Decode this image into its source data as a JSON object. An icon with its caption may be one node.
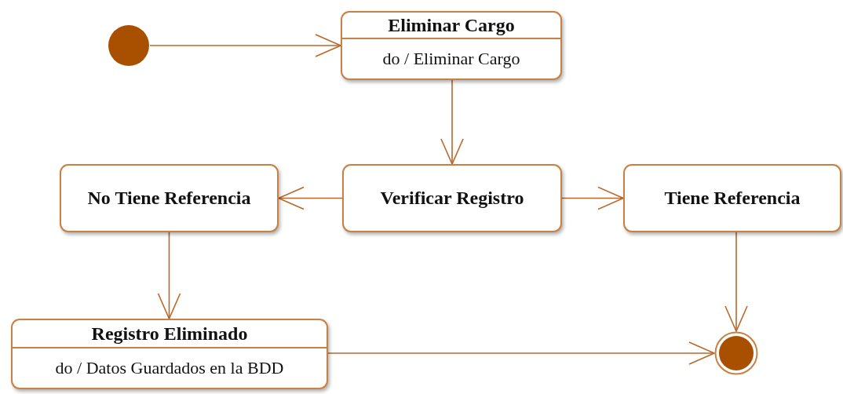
{
  "diagram": {
    "nodes": [
      {
        "text": [],
        "shape": "circle"
      },
      {
        "text": [
          "Eliminar Cargo",
          "do / Eliminar Cargo"
        ]
      },
      {
        "text": [
          "No Tiene Referencia"
        ]
      },
      {
        "text": [
          "Verificar Registro"
        ]
      },
      {
        "text": [
          "Tiene Referencia"
        ]
      },
      {
        "text": [
          "Registro Eliminado",
          "do / Datos Guardados en la BDD"
        ]
      },
      {
        "text": [],
        "shape": "bullseye"
      }
    ],
    "edges": [
      {
        "from": 0,
        "to": 1,
        "arrow": "to"
      },
      {
        "from": 1,
        "to": 3,
        "arrow": "to"
      },
      {
        "from": 3,
        "to": 2,
        "arrow": "to"
      },
      {
        "from": 3,
        "to": 4,
        "arrow": "to"
      },
      {
        "from": 2,
        "to": 5,
        "arrow": "to"
      },
      {
        "from": 4,
        "to": 6,
        "arrow": "to"
      },
      {
        "from": 5,
        "to": 6,
        "arrow": "to"
      }
    ]
  }
}
